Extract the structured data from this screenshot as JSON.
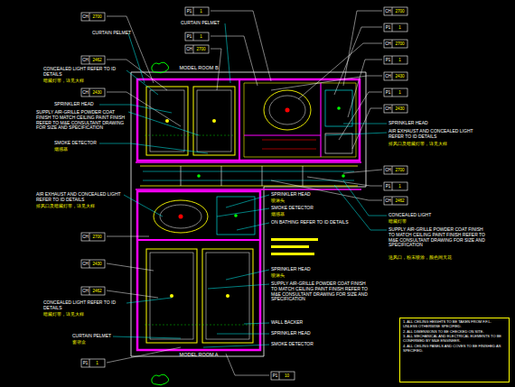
{
  "diagram": {
    "nodes": [
      {
        "text": [
          "1. ALL CEILING HEIGHTS TO BE TAKEN FROM F.F.L. UNLESS OTHERWISE SPECIFIED.",
          "2. ALL DIMENSIONS TO BE CHECKED ON SITE.",
          "3. ALL MECHANICAL AND ELECTRICAL ELEMENTS TO BE CONFIRMED BY M&E ENGINEER.",
          "4. ALL CEILING PANELS AND COVES TO BE FINISHED AS SPECIFIED."
        ]
      }
    ],
    "labels": [
      "MODEL ROOM B",
      "MODEL ROOM A",
      "CH",
      "2700",
      "CH",
      "2462",
      "CH",
      "2430",
      "CH",
      "2700",
      "CH",
      "2430",
      "CH",
      "2462",
      "P1",
      "1",
      "P1",
      "1",
      "P1",
      "1",
      "CH",
      "2700",
      "CH",
      "2700",
      "P1",
      "1",
      "CH",
      "2700",
      "P1",
      "1",
      "CH",
      "2430",
      "P1",
      "1",
      "CH",
      "2430",
      "CH",
      "2700",
      "P1",
      "1",
      "CH",
      "2462",
      "P1",
      "10",
      "CURTAIN PELMET",
      "CONCEALED LIGHT REFER TO ID DETAILS",
      "暗藏灯带，详见大样",
      "SPRINKLER HEAD",
      "SUPPLY AIR-GRILLE POWDER COAT FINISH TO MATCH CEILING PAINT FINISH REFER TO M&E CONSULTANT DRAWING FOR SIZE AND SPECIFICATION",
      "SMOKE DETECTOR",
      "烟感器",
      "AIR EXHAUST AND CONCEALED LIGHT REFER TO ID DETAILS",
      "排风口及暗藏灯带，详见大样",
      "CONCEALED LIGHT REFER TO ID DETAILS",
      "暗藏灯带，详见大样",
      "CURTAIN PELMET",
      "窗帘盒",
      "CURTAIN PELMET",
      "SPRINKLER HEAD",
      "AIR EXHAUST AND CONCEALED LIGHT REFER TO ID DETAILS",
      "排风口及暗藏灯带，详见大样",
      "CONCEALED LIGHT",
      "暗藏灯带",
      "SUPPLY AIR-GRILLE POWDER COAT FINISH TO MATCH CEILING PAINT FINISH REFER TO M&E CONSULTANT DRAWING FOR SIZE AND SPECIFICATION",
      "送风口，粉末喷涂，颜色同天花",
      "SPRINKLER HEAD",
      "喷淋头",
      "SMOKE DETECTOR",
      "烟感器",
      "ON BATHING REFER TO ID DETAILS",
      "SPRINKLER HEAD",
      "喷淋头",
      "SUPPLY AIR-GRILLE POWDER COAT FINISH TO MATCH CEILING PAINT FINISH REFER TO M&E CONSULTANT DRAWING FOR SIZE AND SPECIFICATION",
      "WALL BACKER",
      "SPRINKLER HEAD",
      "SMOKE DETECTOR"
    ]
  }
}
